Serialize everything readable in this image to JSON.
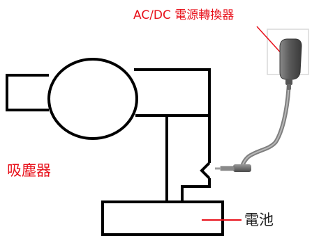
{
  "labels": {
    "adapter": "AC/DC 電源轉換器",
    "vacuum": "吸塵器",
    "battery": "電池"
  },
  "colors": {
    "outline": "#000000",
    "leader_red": "#e8101a",
    "adapter_label": "#e8101a",
    "vacuum_label": "#e8101a",
    "battery_label": "#222222",
    "adapter_body": "#5e5e5e",
    "cable": "#8c8c8c",
    "wall_plate": "#d8d8d8"
  },
  "icons": {
    "adapter": "power-adapter-icon",
    "plug": "barrel-plug-icon"
  }
}
